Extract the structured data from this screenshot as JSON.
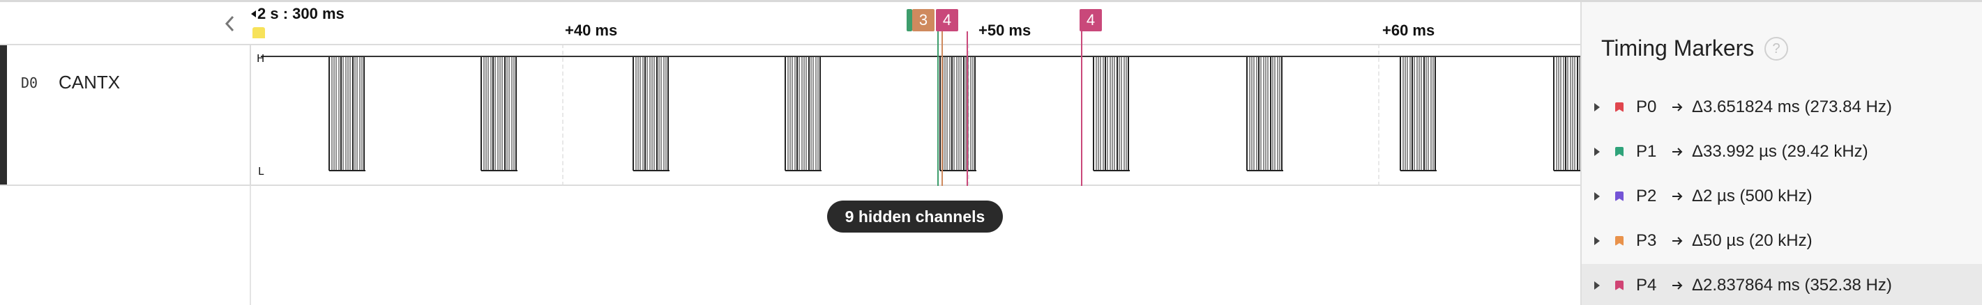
{
  "timeline": {
    "origin_label": "2 s : 300 ms",
    "ticks": [
      "+40 ms",
      "+50 ms",
      "+60 ms"
    ]
  },
  "marker_flags": {
    "flag_3": "3",
    "flag_4a": "4",
    "flag_4b": "4"
  },
  "channel": {
    "id": "D0",
    "name": "CANTX",
    "level_high": "H",
    "level_low": "L"
  },
  "hidden_channels": "9 hidden channels",
  "panel": {
    "title": "Timing Markers",
    "help": "?",
    "markers": [
      {
        "name": "P0",
        "value": "Δ3.651824 ms (273.84 Hz)",
        "color": "#e0464e"
      },
      {
        "name": "P1",
        "value": "Δ33.992 µs (29.42 kHz)",
        "color": "#2fa37a"
      },
      {
        "name": "P2",
        "value": "Δ2 µs (500 kHz)",
        "color": "#7454d6"
      },
      {
        "name": "P3",
        "value": "Δ50 µs (20 kHz)",
        "color": "#e9924b"
      },
      {
        "name": "P4",
        "value": "Δ2.837864 ms (352.38 Hz)",
        "color": "#d04474"
      }
    ]
  },
  "colors": {
    "marker_4": "#c9487a",
    "marker_3": "#cf8a5e",
    "marker_p1": "#3e9d6c"
  }
}
